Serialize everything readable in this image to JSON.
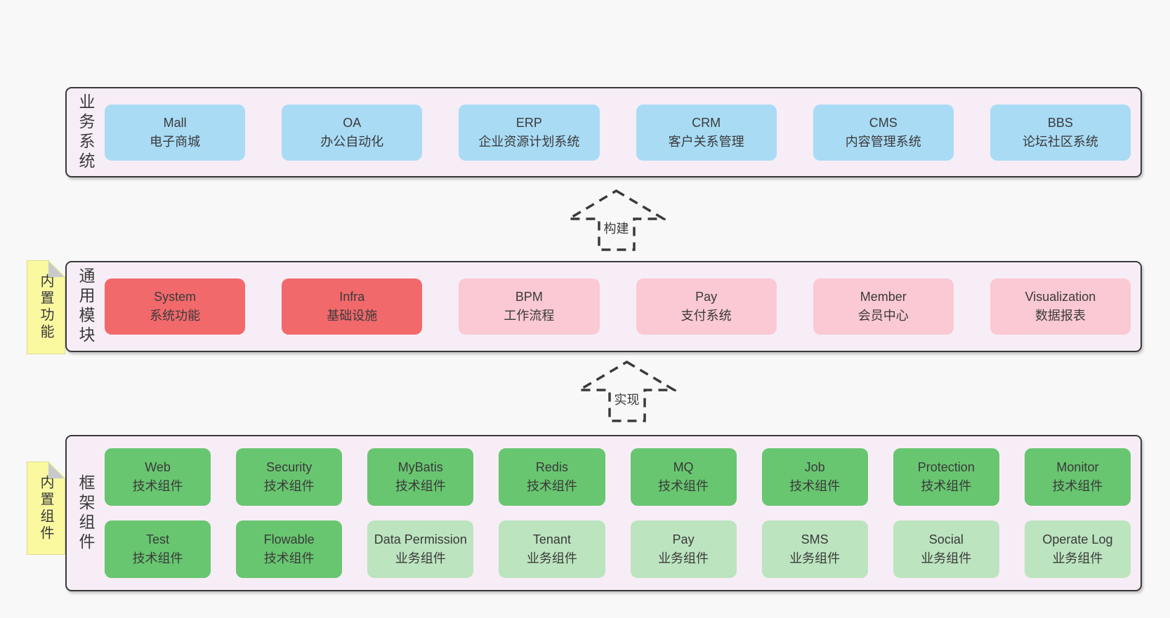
{
  "colors": {
    "page_bg": "#f8f8f8",
    "band_bg": "#f7edf6",
    "band_border": "#3a3a3a",
    "text": "#3a3a3a",
    "blue": "#a9dbf5",
    "red": "#f2696c",
    "pink": "#fac9d3",
    "green": "#68c670",
    "light_green": "#bce4bf",
    "sticky_yellow": "#fbf9a0",
    "sticky_fold": "#c8cacb",
    "arrow": "#3a3a3a"
  },
  "sections": {
    "business": {
      "side_label": "业务系统",
      "rows": [
        [
          {
            "title": "Mall",
            "subtitle": "电子商城",
            "variant": "blue"
          },
          {
            "title": "OA",
            "subtitle": "办公自动化",
            "variant": "blue"
          },
          {
            "title": "ERP",
            "subtitle": "企业资源计划系统",
            "variant": "blue"
          },
          {
            "title": "CRM",
            "subtitle": "客户关系管理",
            "variant": "blue"
          },
          {
            "title": "CMS",
            "subtitle": "内容管理系统",
            "variant": "blue"
          },
          {
            "title": "BBS",
            "subtitle": "论坛社区系统",
            "variant": "blue"
          }
        ]
      ]
    },
    "common": {
      "side_label": "通用模块",
      "sticky_label": "内置功能",
      "rows": [
        [
          {
            "title": "System",
            "subtitle": "系统功能",
            "variant": "red"
          },
          {
            "title": "Infra",
            "subtitle": "基础设施",
            "variant": "red"
          },
          {
            "title": "BPM",
            "subtitle": "工作流程",
            "variant": "pink"
          },
          {
            "title": "Pay",
            "subtitle": "支付系统",
            "variant": "pink"
          },
          {
            "title": "Member",
            "subtitle": "会员中心",
            "variant": "pink"
          },
          {
            "title": "Visualization",
            "subtitle": "数据报表",
            "variant": "pink"
          }
        ]
      ]
    },
    "framework": {
      "side_label": "框架组件",
      "sticky_label": "内置组件",
      "rows": [
        [
          {
            "title": "Web",
            "subtitle": "技术组件",
            "variant": "green"
          },
          {
            "title": "Security",
            "subtitle": "技术组件",
            "variant": "green"
          },
          {
            "title": "MyBatis",
            "subtitle": "技术组件",
            "variant": "green"
          },
          {
            "title": "Redis",
            "subtitle": "技术组件",
            "variant": "green"
          },
          {
            "title": "MQ",
            "subtitle": "技术组件",
            "variant": "green"
          },
          {
            "title": "Job",
            "subtitle": "技术组件",
            "variant": "green"
          },
          {
            "title": "Protection",
            "subtitle": "技术组件",
            "variant": "green"
          },
          {
            "title": "Monitor",
            "subtitle": "技术组件",
            "variant": "green"
          }
        ],
        [
          {
            "title": "Test",
            "subtitle": "技术组件",
            "variant": "green"
          },
          {
            "title": "Flowable",
            "subtitle": "技术组件",
            "variant": "green"
          },
          {
            "title": "Data Permission",
            "subtitle": "业务组件",
            "variant": "lightgreen"
          },
          {
            "title": "Tenant",
            "subtitle": "业务组件",
            "variant": "lightgreen"
          },
          {
            "title": "Pay",
            "subtitle": "业务组件",
            "variant": "lightgreen"
          },
          {
            "title": "SMS",
            "subtitle": "业务组件",
            "variant": "lightgreen"
          },
          {
            "title": "Social",
            "subtitle": "业务组件",
            "variant": "lightgreen"
          },
          {
            "title": "Operate Log",
            "subtitle": "业务组件",
            "variant": "lightgreen"
          }
        ]
      ]
    }
  },
  "arrows": {
    "build": "构建",
    "implement": "实现"
  }
}
